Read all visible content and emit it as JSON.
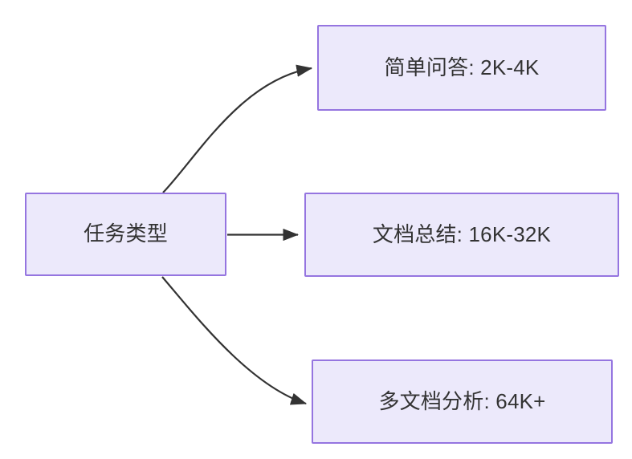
{
  "diagram": {
    "background_color": "#ffffff",
    "node_fill": "#ece9fb",
    "node_border": "#9575e0",
    "text_color": "#333333",
    "edge_color": "#333333",
    "root": {
      "id": "root",
      "label": "任务类型"
    },
    "nodes": [
      {
        "id": "simple-qa",
        "label": "简单问答: 2K-4K",
        "task": "简单问答",
        "range": "2K-4K"
      },
      {
        "id": "doc-summary",
        "label": "文档总结: 16K-32K",
        "task": "文档总结",
        "range": "16K-32K"
      },
      {
        "id": "multidoc-analysis",
        "label": "多文档分析: 64K+",
        "task": "多文档分析",
        "range": "64K+"
      }
    ],
    "edges": [
      {
        "id": "edge-root-simple-qa",
        "from": "root",
        "to": "simple-qa",
        "label": "",
        "style": "curved-arrow"
      },
      {
        "id": "edge-root-doc-summary",
        "from": "root",
        "to": "doc-summary",
        "label": "",
        "style": "straight-arrow"
      },
      {
        "id": "edge-root-multidoc-analysis",
        "from": "root",
        "to": "multidoc-analysis",
        "label": "",
        "style": "curved-arrow"
      }
    ]
  }
}
